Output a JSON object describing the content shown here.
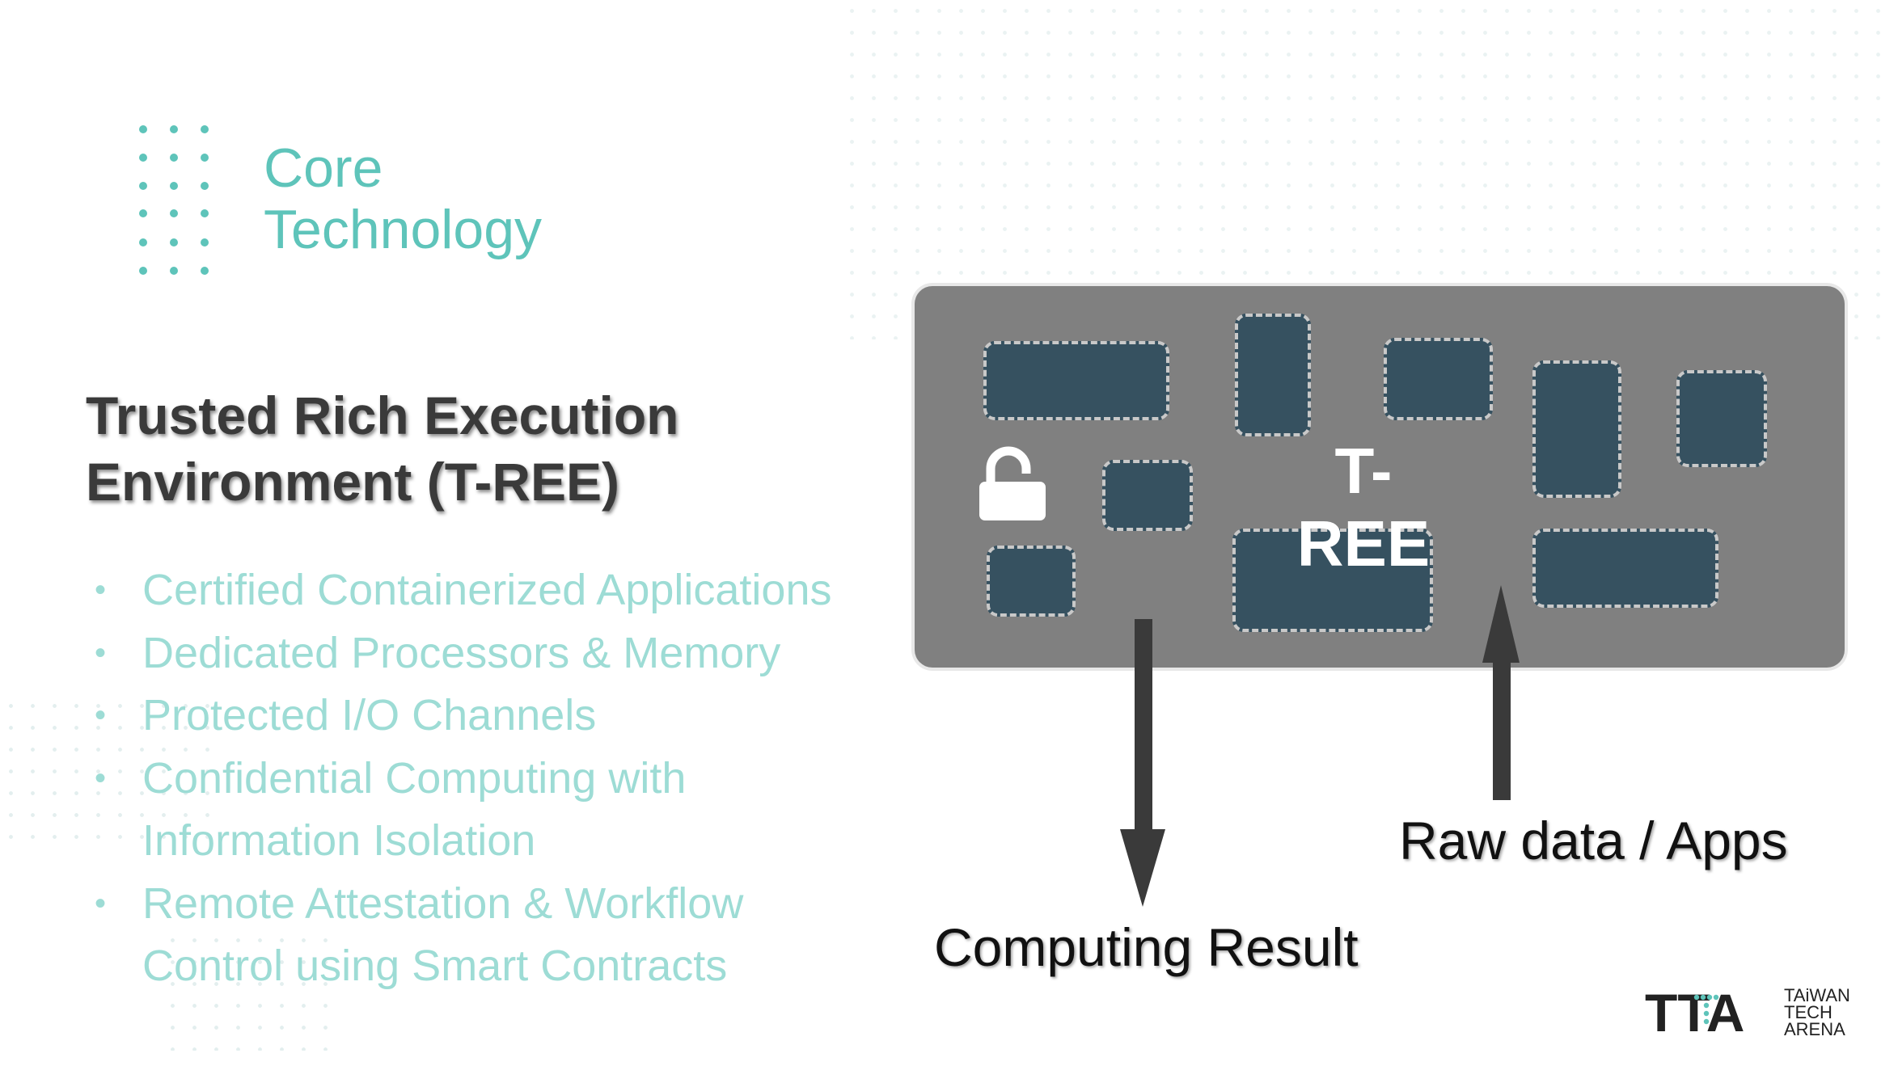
{
  "section": {
    "title_line1": "Core",
    "title_line2": "Technology"
  },
  "heading": {
    "line1": "Trusted Rich Execution",
    "line2": "Environment (T-REE)"
  },
  "features": [
    "Certified Containerized Applications",
    "Dedicated Processors & Memory",
    "Protected I/O Channels",
    "Confidential Computing with",
    "Information Isolation",
    "Remote Attestation & Workflow",
    "Control using Smart Contracts"
  ],
  "diagram": {
    "box_label": "T-REE",
    "output_label": "Computing Result",
    "input_label": "Raw data / Apps",
    "lock_icon": "unlocked-padlock-icon"
  },
  "logo": {
    "mark": "TTA",
    "line1": "TAiWAN",
    "line2": "TECH",
    "line3": "ARENA"
  },
  "colors": {
    "accent": "#5ec4ba",
    "bullet_text": "#9ddcd5",
    "heading": "#3a3a3a",
    "box": "#808080",
    "block": "#365160"
  }
}
